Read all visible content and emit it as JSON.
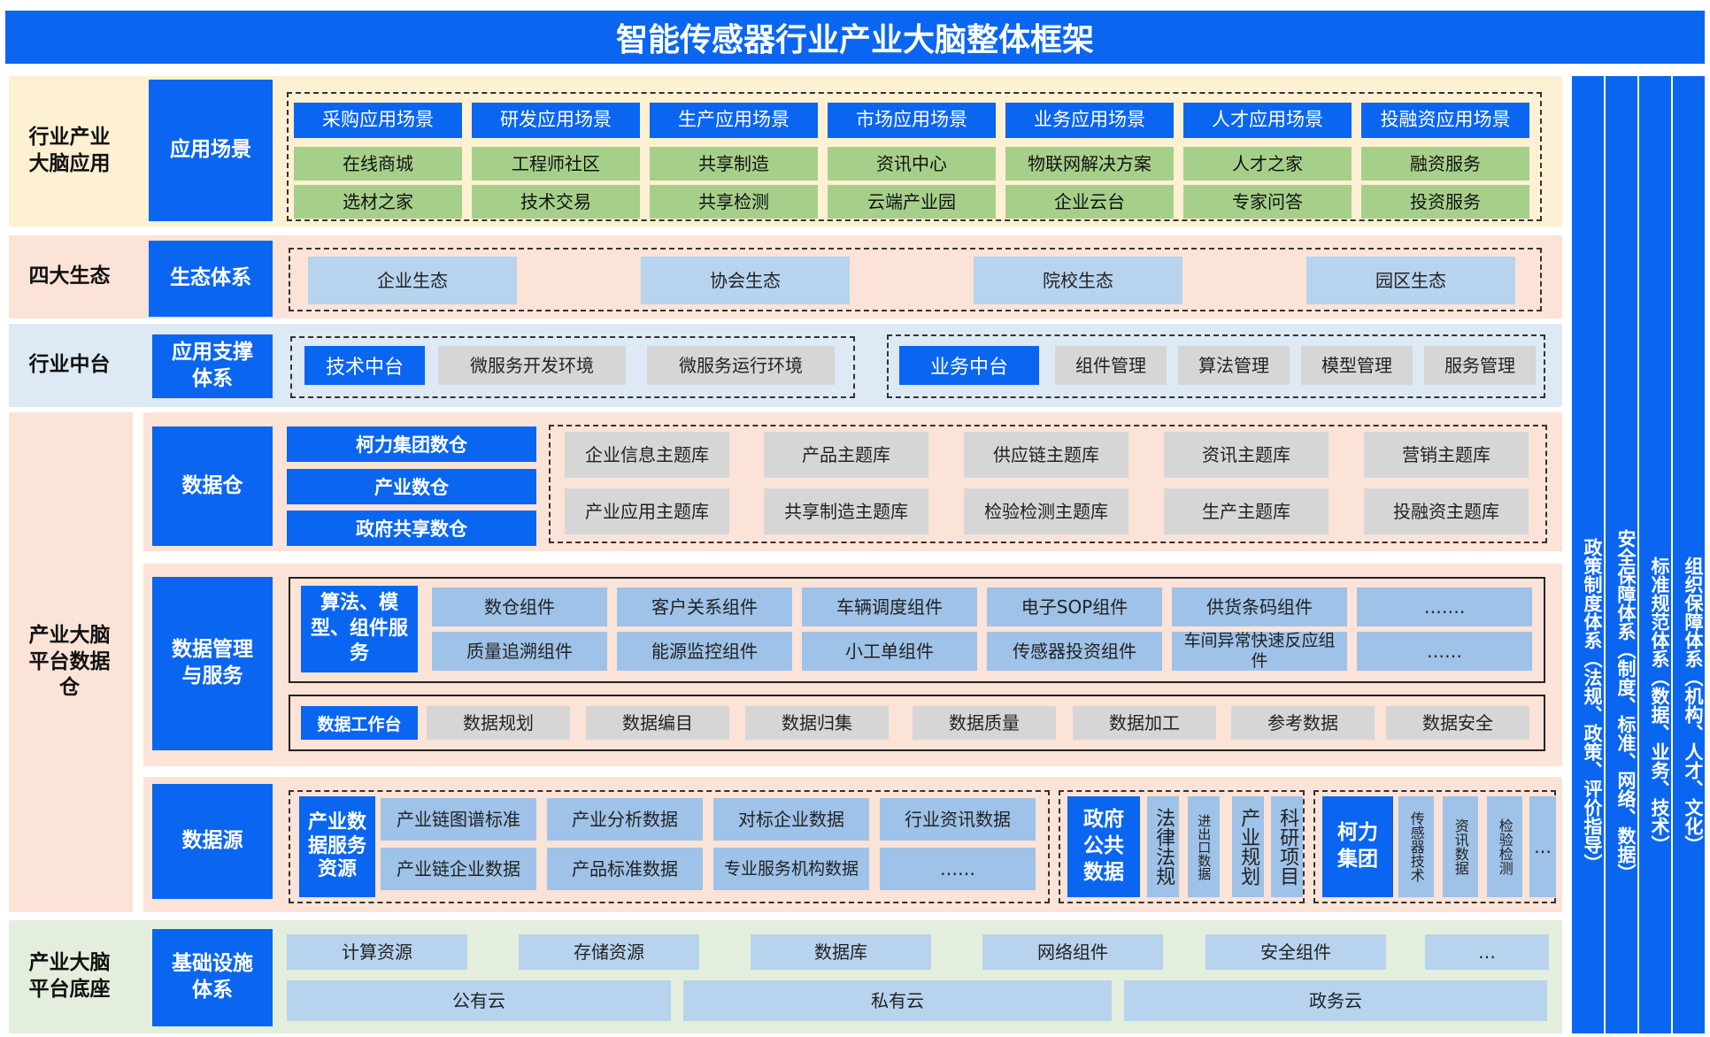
{
  "title": "智能传感器行业产业大脑整体框架",
  "rows": {
    "application": {
      "label": "行业产业大脑应用",
      "sub_label": "应用场景",
      "columns": [
        {
          "header": "采购应用场景",
          "items": [
            "在线商城",
            "选材之家"
          ]
        },
        {
          "header": "研发应用场景",
          "items": [
            "工程师社区",
            "技术交易"
          ]
        },
        {
          "header": "生产应用场景",
          "items": [
            "共享制造",
            "共享检测"
          ]
        },
        {
          "header": "市场应用场景",
          "items": [
            "资讯中心",
            "云端产业园"
          ]
        },
        {
          "header": "业务应用场景",
          "items": [
            "物联网解决方案",
            "企业云台"
          ]
        },
        {
          "header": "人才应用场景",
          "items": [
            "人才之家",
            "专家问答"
          ]
        },
        {
          "header": "投融资应用场景",
          "items": [
            "融资服务",
            "投资服务"
          ]
        }
      ]
    },
    "ecology": {
      "label": "四大生态",
      "sub_label": "生态体系",
      "items": [
        "企业生态",
        "协会生态",
        "院校生态",
        "园区生态"
      ]
    },
    "middle": {
      "label": "行业中台",
      "sub_label": "应用支撑体系",
      "tech": {
        "header": "技术中台",
        "items": [
          "微服务开发环境",
          "微服务运行环境"
        ]
      },
      "biz": {
        "header": "业务中台",
        "items": [
          "组件管理",
          "算法管理",
          "模型管理",
          "服务管理"
        ]
      }
    },
    "platform": {
      "label": "产业大脑平台数据仓",
      "warehouse": {
        "sub_label": "数据仓",
        "left": [
          "柯力集团数仓",
          "产业数仓",
          "政府共享数仓"
        ],
        "topics": [
          "企业信息主题库",
          "产品主题库",
          "供应链主题库",
          "资讯主题库",
          "营销主题库",
          "产业应用主题库",
          "共享制造主题库",
          "检验检测主题库",
          "生产主题库",
          "投融资主题库"
        ]
      },
      "management": {
        "sub_label": "数据管理与服务",
        "algo_header": "算法、模型、组件服务",
        "components": [
          "数仓组件",
          "客户关系组件",
          "车辆调度组件",
          "电子SOP组件",
          "供货条码组件",
          "…….",
          "质量追溯组件",
          "能源监控组件",
          "小工单组件",
          "传感器投资组件",
          "车间异常快速反应组件",
          "……"
        ],
        "workbench_header": "数据工作台",
        "workbench": [
          "数据规划",
          "数据编目",
          "数据归集",
          "数据质量",
          "数据加工",
          "参考数据",
          "数据安全"
        ]
      },
      "source": {
        "sub_label": "数据源",
        "industry_header": "产业数据服务资源",
        "industry_items": [
          "产业链图谱标准",
          "产业分析数据",
          "对标企业数据",
          "行业资讯数据",
          "产业链企业数据",
          "产品标准数据",
          "专业服务机构数据",
          "……"
        ],
        "gov_header": "政府公共数据",
        "gov_items": [
          "法律法规",
          "进出口数据",
          "产业规划",
          "科研项目"
        ],
        "keli_header": "柯力集团",
        "keli_items": [
          "传感器技术",
          "资讯数据",
          "检验检测",
          "…"
        ]
      }
    },
    "base": {
      "label": "产业大脑平台底座",
      "sub_label": "基础设施体系",
      "top": [
        "计算资源",
        "存储资源",
        "数据库",
        "网络组件",
        "安全组件",
        "…"
      ],
      "bottom": [
        "公有云",
        "私有云",
        "政务云"
      ]
    }
  },
  "side_columns": [
    "政策制度体系（法规、政策、评价指导）",
    "安全保障体系（制度、标准、网络、数据）",
    "标准规范体系（数据、业务、技术）",
    "组织保障体系（机构、人才、文化）"
  ],
  "colors": {
    "primary": "#0a66f0",
    "green": "#a6d08a",
    "light_blue": "#b7d3ee",
    "gray": "#d6d6d6",
    "band_yellow": "#fdf0d3",
    "band_pink": "#fbe3d8",
    "band_blue": "#dde9f5",
    "band_green": "#e3efdc"
  }
}
